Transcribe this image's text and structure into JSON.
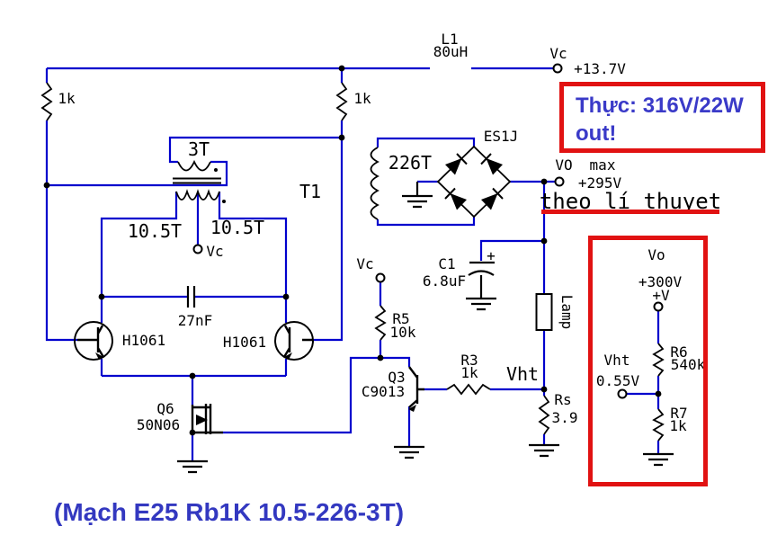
{
  "colors": {
    "wire": "#0000cd",
    "red": "#e11212",
    "note_blue": "#3a3ac8",
    "caption_blue": "#3338c0"
  },
  "supply": {
    "inductor_name": "L1",
    "inductor_value": "80uH",
    "vc_terminal": "Vc",
    "vc_value": "+13.7V"
  },
  "note_box": {
    "line1": "Thực: 316V/22W",
    "line2": "out!"
  },
  "bias": {
    "r_left": "1k",
    "r_right": "1k"
  },
  "transformer": {
    "name": "T1",
    "primary_turns": "3T",
    "secondary_left_turns": "10.5T",
    "secondary_right_turns": "10.5T",
    "center_tap": "Vc",
    "hv_turns": "226T"
  },
  "oscillator": {
    "coupling_cap": "27nF",
    "q_left": "H1061",
    "q_right": "H1061",
    "q6_name": "Q6",
    "q6_part": "50N06"
  },
  "rectifier": {
    "bridge_part": "ES1J",
    "vo_label": "VO",
    "vo_max": "max",
    "vo_value": "+295V",
    "theory_note": "theo lí thuyet",
    "c1_name": "C1",
    "c1_value": "6.8uF",
    "c1_polarity": "+",
    "lamp_label": "Lamp"
  },
  "feedback": {
    "vc_label": "Vc",
    "r5_name": "R5",
    "r5_value": "10k",
    "q3_name": "Q3",
    "q3_part": "C9013",
    "r3_name": "R3",
    "r3_value": "1k",
    "vht_label": "Vht",
    "rs_name": "Rs",
    "rs_value": "3.9"
  },
  "divider_box": {
    "vo_label": "Vo",
    "vo_value": "+300V",
    "plus_v": "+V",
    "r6_name": "R6",
    "r6_value": "540k",
    "vht_label": "Vht",
    "vht_value": "0.55V",
    "r7_name": "R7",
    "r7_value": "1k"
  },
  "caption": "(Mạch E25 Rb1K 10.5-226-3T)"
}
